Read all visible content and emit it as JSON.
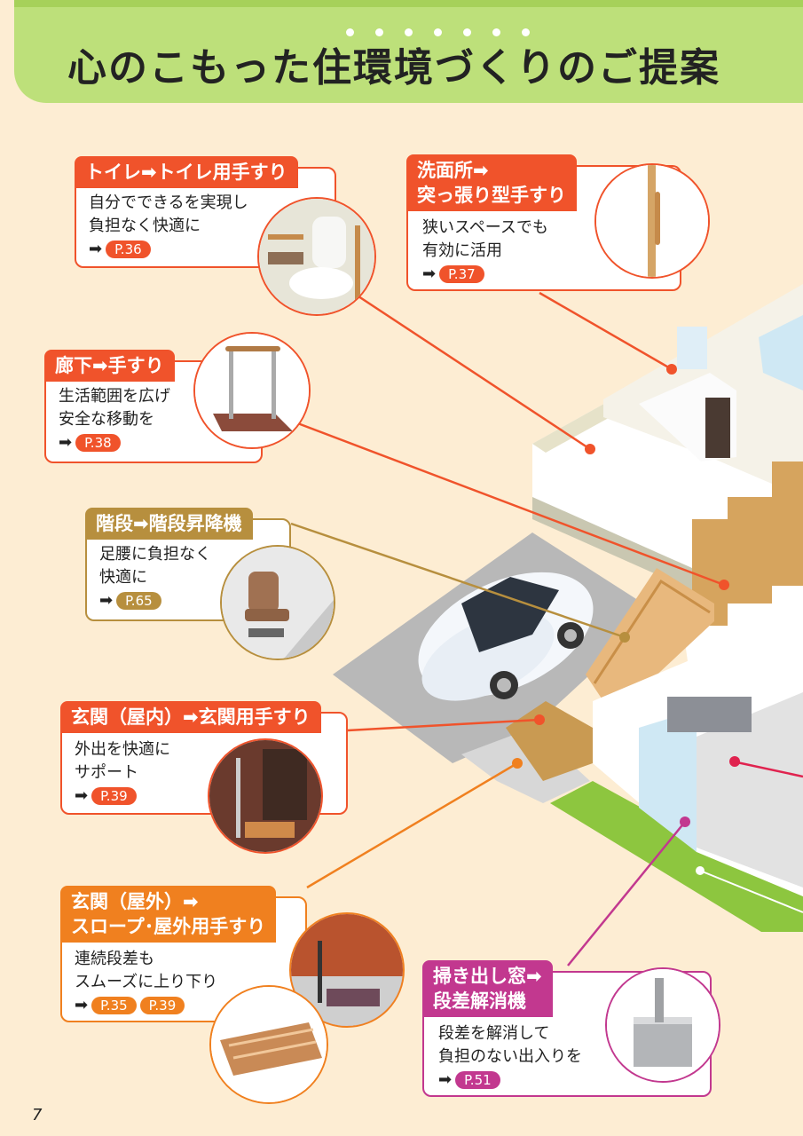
{
  "page": {
    "title": "心のこもった住環境づくりのご提案",
    "page_number": "7"
  },
  "colors": {
    "orange": "#f0532b",
    "gold": "#b78f3e",
    "amber": "#f0801f",
    "magenta": "#c2388f",
    "header_green": "#bde07a"
  },
  "cards": [
    {
      "header": "トイレ➡トイレ用手すり",
      "line1": "自分でできるを実現し",
      "line2": "負担なく快適に",
      "refs": [
        "P.36"
      ]
    },
    {
      "header": "洗面所➡",
      "header2": "突っ張り型手すり",
      "line1": "狭いスペースでも",
      "line2": "有効に活用",
      "refs": [
        "P.37"
      ]
    },
    {
      "header": "廊下➡手すり",
      "line1": "生活範囲を広げ",
      "line2": "安全な移動を",
      "refs": [
        "P.38"
      ]
    },
    {
      "header": "階段➡階段昇降機",
      "line1": "足腰に負担なく",
      "line2": "快適に",
      "refs": [
        "P.65"
      ]
    },
    {
      "header": "玄関（屋内）➡玄関用手すり",
      "line1": "外出を快適に",
      "line2": "サポート",
      "refs": [
        "P.39"
      ]
    },
    {
      "header": "玄関（屋外）➡",
      "header2": "スロープ･屋外用手すり",
      "line1": "連続段差も",
      "line2": "スムーズに上り下り",
      "refs": [
        "P.35",
        "P.39"
      ]
    },
    {
      "header": "掃き出し窓➡",
      "header2": "段差解消機",
      "line1": "段差を解消して",
      "line2": "負担のない出入りを",
      "refs": [
        "P.51"
      ]
    }
  ],
  "icons": {
    "arrow": "➡"
  }
}
